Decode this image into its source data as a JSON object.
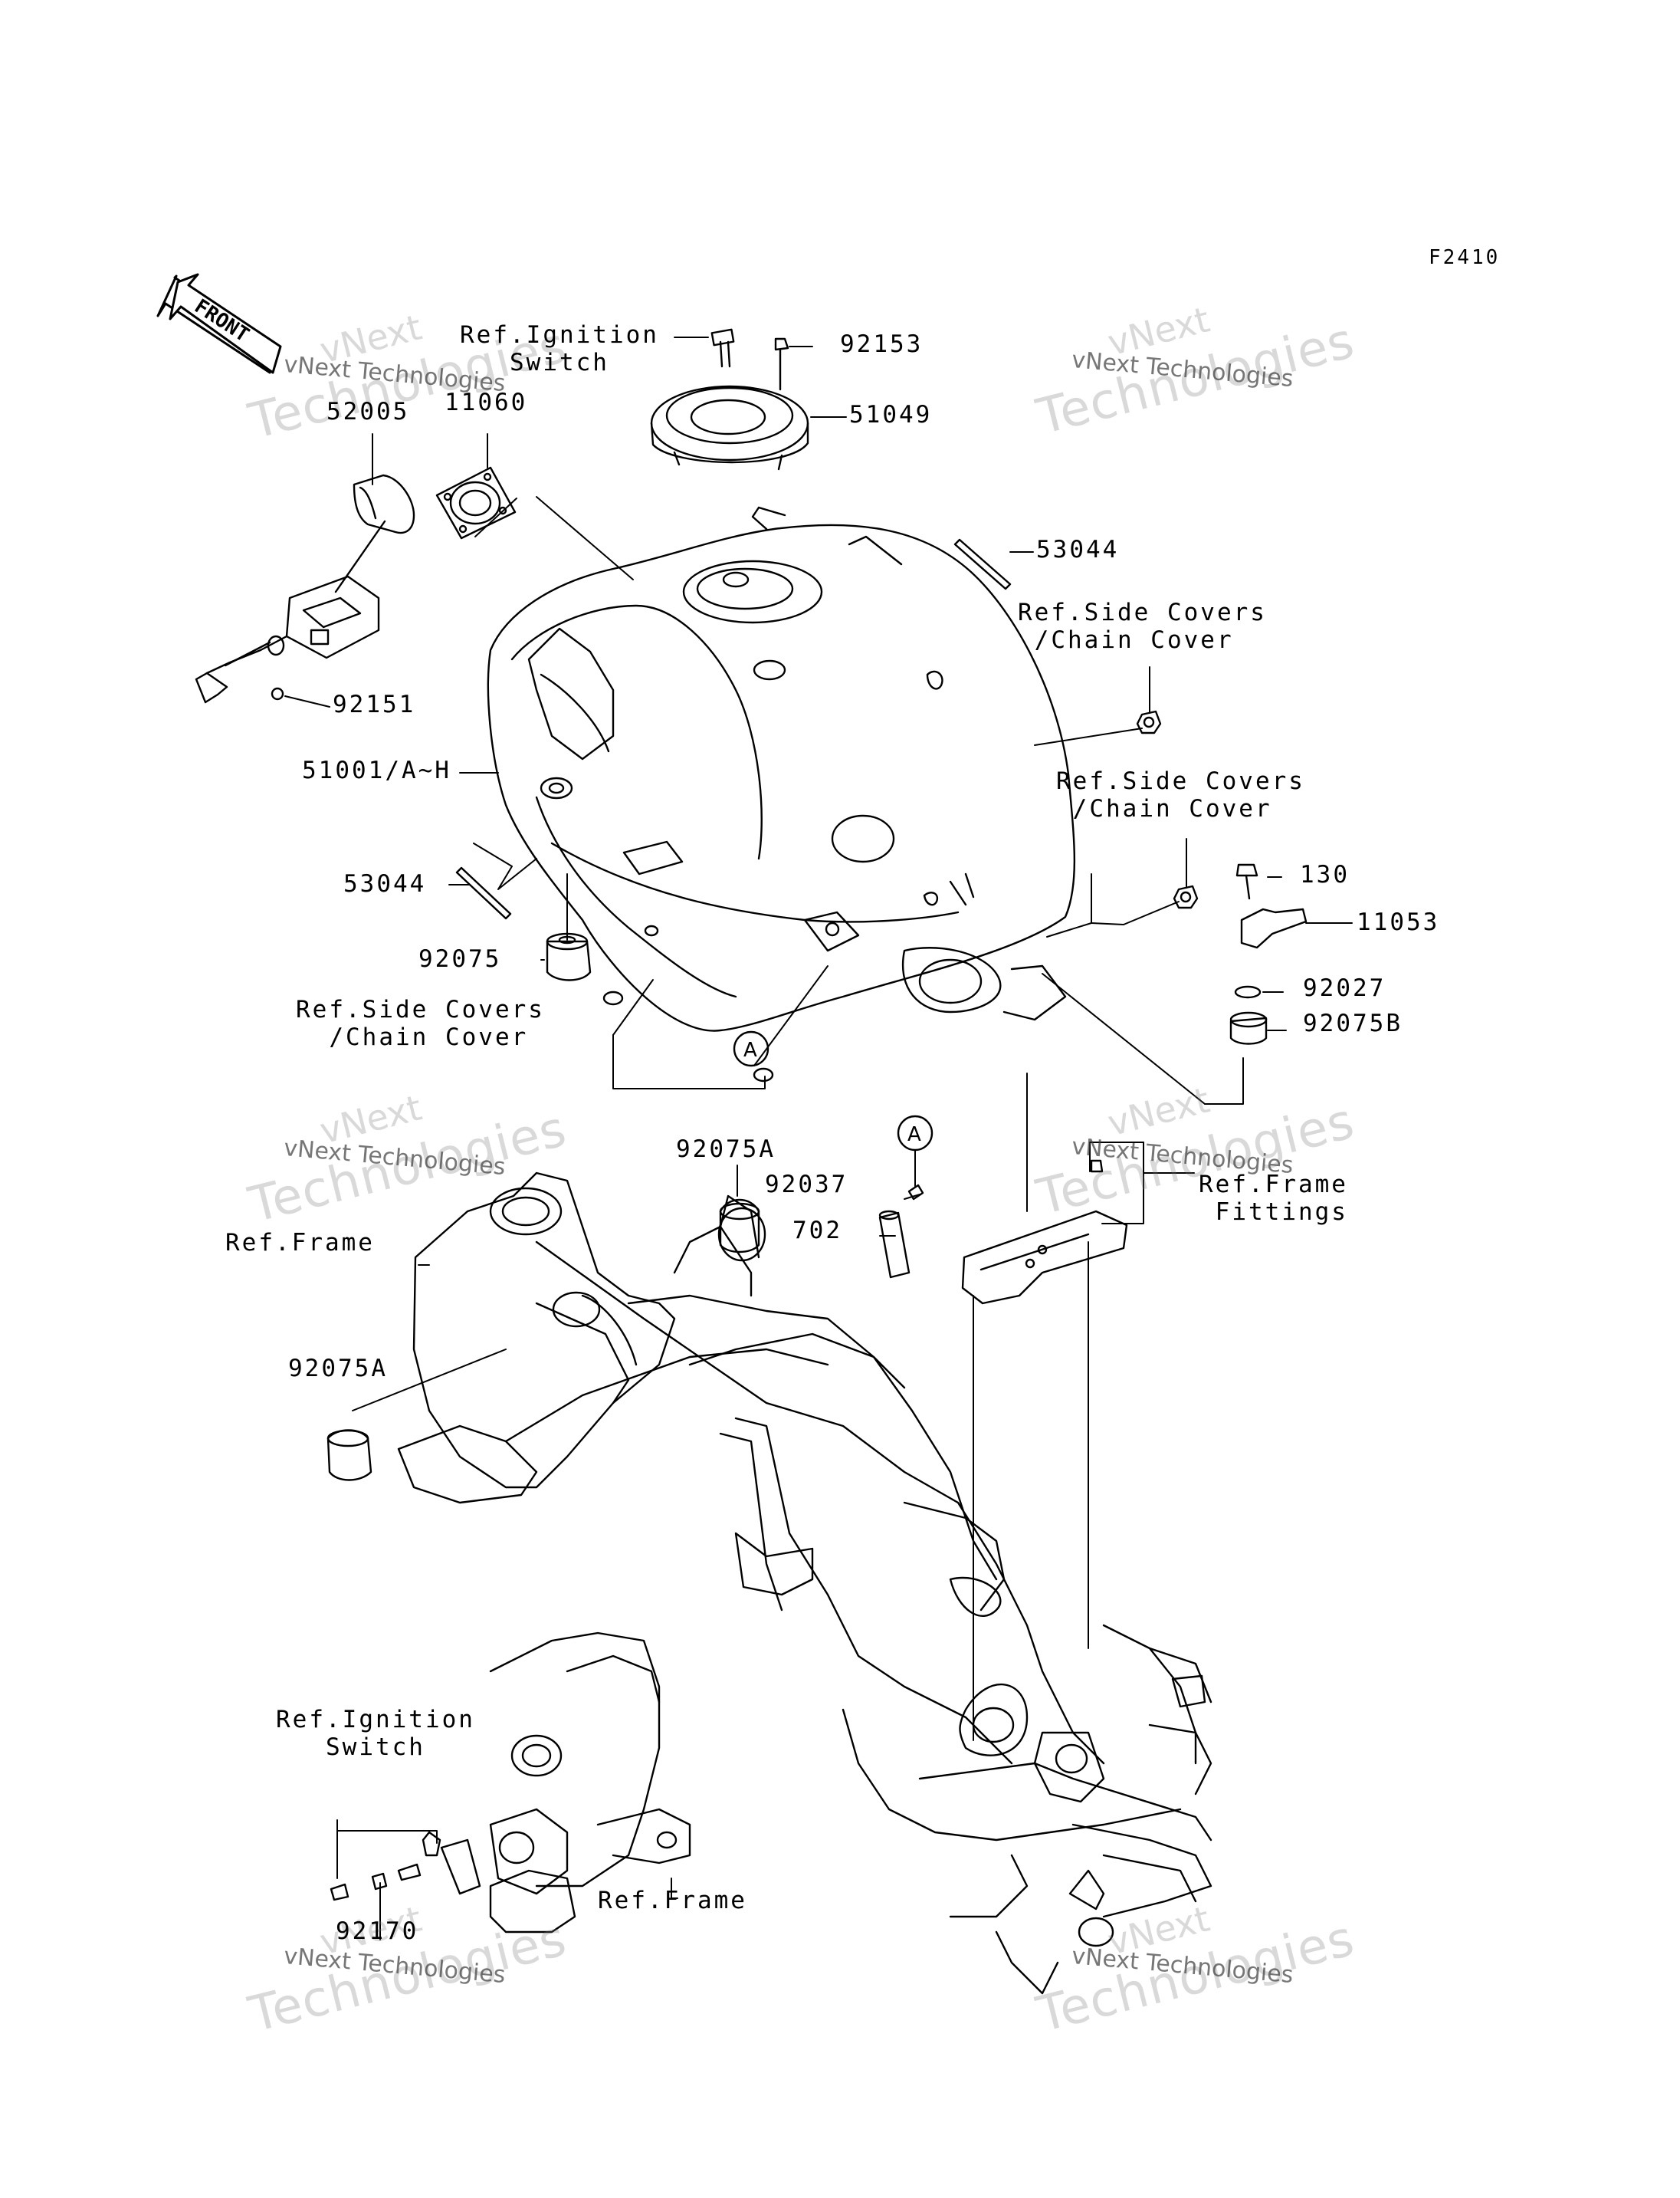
{
  "figure_code": "F2410",
  "front_label": "FRONT",
  "circle_marker": "A",
  "labels": {
    "ref_ignition_top": "Ref.Ignition\n   Switch",
    "p92153": "92153",
    "p51049": "51049",
    "p52005": "52005",
    "p11060": "11060",
    "p53044_top": "53044",
    "ref_side_covers_1": "Ref.Side Covers\n /Chain Cover",
    "p92151": "92151",
    "p51001": "51001/A~H",
    "ref_side_covers_2": "Ref.Side Covers\n /Chain Cover",
    "p130": "130",
    "p53044_left": "53044",
    "p11053": "11053",
    "p92075": "92075",
    "p92027": "92027",
    "ref_side_covers_3": "Ref.Side Covers\n  /Chain Cover",
    "p92075B": "92075B",
    "p92075A_top": "92075A",
    "p92037": "92037",
    "ref_frame_fittings": "Ref.Frame\n Fittings",
    "ref_frame_1": "Ref.Frame",
    "p702": "702",
    "p92075A_left": "92075A",
    "ref_ignition_bottom": "Ref.Ignition\n   Switch",
    "ref_frame_2": "Ref.Frame",
    "p92170": "92170"
  },
  "watermark": {
    "line1": "vNext",
    "line2": "Technologies",
    "small": "vNext Technologies"
  }
}
